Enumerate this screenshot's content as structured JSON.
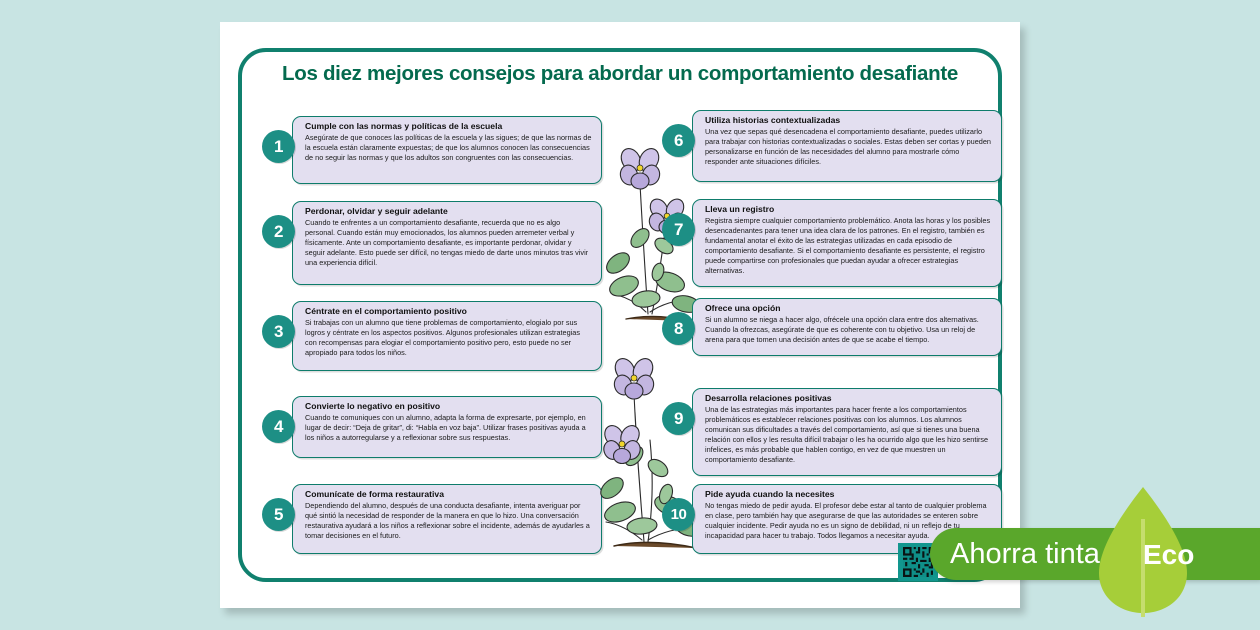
{
  "poster": {
    "title": "Los diez mejores consejos para abordar un comportamiento desafiante",
    "background_color": "#c8e4e3",
    "sheet_color": "#ffffff",
    "border_color": "#10806e",
    "card_fill": "#e3dff0",
    "badge_color": "#1d8f85",
    "title_color": "#046a4e"
  },
  "tips": [
    {
      "number": "1",
      "heading": "Cumple con las normas y políticas de la escuela",
      "body": "Asegúrate de que conoces las políticas de la escuela y las sigues; de que las normas de la escuela están claramente expuestas; de que los alumnos conocen las consecuencias de no seguir las normas y que los adultos son congruentes con las consecuencias."
    },
    {
      "number": "2",
      "heading": "Perdonar, olvidar y seguir adelante",
      "body": "Cuando te enfrentes a un comportamiento desafiante, recuerda que no es algo personal. Cuando están muy emocionados, los alumnos pueden arremeter verbal y físicamente. Ante un comportamiento desafiante, es importante perdonar, olvidar y seguir adelante. Esto puede ser difícil, no tengas miedo de darte unos minutos tras vivir una experiencia difícil."
    },
    {
      "number": "3",
      "heading": "Céntrate en el comportamiento positivo",
      "body": "Si trabajas con un alumno que tiene problemas de comportamiento, elogialo por sus logros y céntrate en los aspectos positivos. Algunos profesionales utilizan estrategias con recompensas para elogiar el comportamiento positivo pero, esto puede no ser apropiado para todos los niños."
    },
    {
      "number": "4",
      "heading": "Convierte lo negativo en positivo",
      "body": "Cuando te comuniques con un alumno, adapta la forma de expresarte, por ejemplo, en lugar de decir: “Deja de gritar”, di: “Habla en voz baja”. Utilizar frases positivas ayuda a los niños a autorregularse y a reflexionar sobre sus respuestas."
    },
    {
      "number": "5",
      "heading": "Comunícate de forma restaurativa",
      "body": "Dependiendo del alumno, después de una conducta desafiante, intenta averiguar por qué sintió la necesidad de responder de la manera en que lo hizo. Una conversación restaurativa ayudará a los niños a reflexionar sobre el incidente, además de ayudarles a tomar decisiones en el futuro."
    },
    {
      "number": "6",
      "heading": "Utiliza historias contextualizadas",
      "body": "Una vez que sepas qué desencadena el comportamiento desafiante, puedes utilizarlo para trabajar con historias contextualizadas o sociales. Estas deben ser cortas y pueden personalizarse en función de las necesidades del alumno para mostrarle cómo responder ante situaciones difíciles."
    },
    {
      "number": "7",
      "heading": "Lleva un registro",
      "body": "Registra siempre cualquier comportamiento problemático. Anota las horas y los posibles desencadenantes para tener una idea clara de los patrones. En el registro, también es fundamental anotar el éxito de las estrategias utilizadas en cada episodio de comportamiento desafiante. Si el comportamiento desafiante es persistente, el registro puede compartirse con profesionales que puedan ayudar a ofrecer estrategias alternativas."
    },
    {
      "number": "8",
      "heading": "Ofrece una opción",
      "body": "Si un alumno se niega a hacer algo, ofrécele una opción clara entre dos alternativas. Cuando la ofrezcas, asegúrate de que es coherente con tu objetivo. Usa un reloj de arena para que tomen una decisión antes de que se acabe el tiempo."
    },
    {
      "number": "9",
      "heading": "Desarrolla relaciones positivas",
      "body": "Una de las estrategias más importantes para hacer frente a los comportamientos problemáticos es establecer relaciones positivas con los alumnos. Los alumnos comunican sus dificultades a través del comportamiento, así que si tienes una buena relación con ellos y les resulta difícil trabajar o les ha ocurrido algo que les hizo sentirse infelices, es más probable que hablen contigo, en vez de que muestren un comportamiento desafiante."
    },
    {
      "number": "10",
      "heading": "Pide ayuda cuando la necesites",
      "body": "No tengas miedo de pedir ayuda.  El profesor debe estar al tanto de cualquier problema en clase, pero también hay que asegurarse de que las autoridades se enteren sobre cualquier incidente. Pedir ayuda no es un signo de debilidad, ni un reflejo de tu incapacidad para hacer tu trabajo. Todos llegamos a necesitar ayuda."
    }
  ],
  "eco_badge": {
    "label": "Ahorra tinta",
    "eco_label": "Eco",
    "pill_color": "#5aa72b",
    "leaf_color": "#a6ce39"
  },
  "illustration": {
    "name": "violet-plant",
    "flower_color": "#c3b6e0",
    "leaf_color": "#8fbf8e"
  }
}
